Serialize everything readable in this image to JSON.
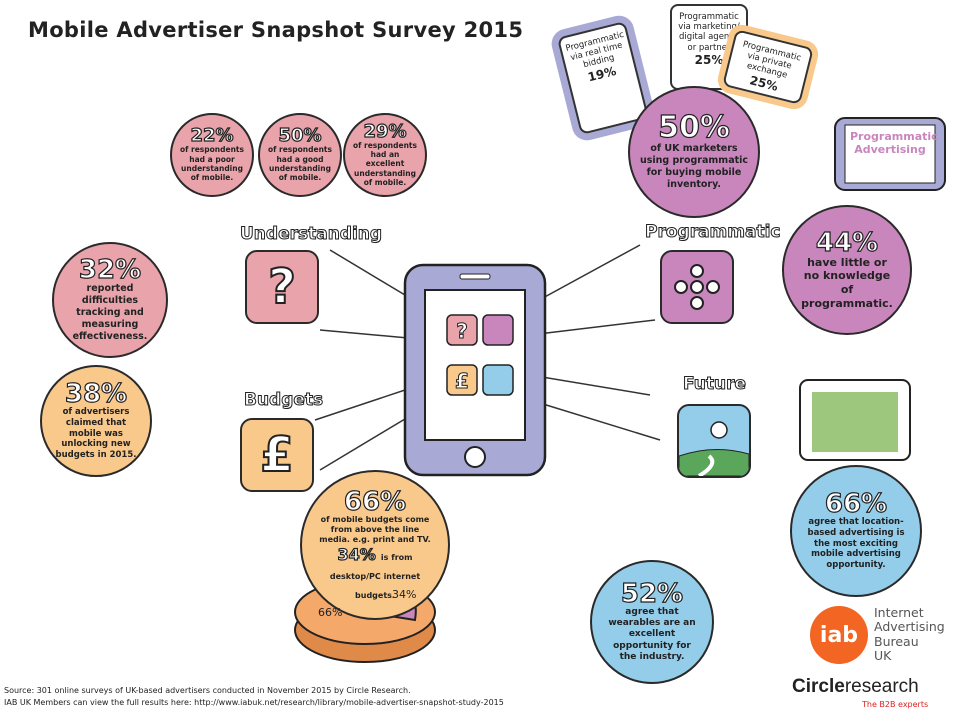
{
  "title": "Mobile Advertiser Snapshot Survey 2015",
  "colors": {
    "pink": "#e9a3aa",
    "peach": "#f9c98c",
    "purple": "#c986bd",
    "blue": "#93cdea",
    "iab_orange": "#f26522"
  },
  "understanding": {
    "label": "Understanding",
    "icon": "question-mark-icon",
    "stats": [
      {
        "pct": "22%",
        "text": "of respondents had a poor understanding of mobile."
      },
      {
        "pct": "50%",
        "text": "of respondents had a good understanding of mobile."
      },
      {
        "pct": "29%",
        "text": "of respondents had an excellent understanding of mobile."
      }
    ],
    "tracking": {
      "pct": "32%",
      "text": "reported difficulties tracking and measuring effectiveness."
    }
  },
  "budgets": {
    "label": "Budgets",
    "icon": "pound-sign-icon",
    "new": {
      "pct": "38%",
      "text": "of advertisers claimed that mobile was unlocking new budgets in 2015."
    },
    "sources": {
      "pct": "66%",
      "text": "of mobile budgets come from above the line media. e.g. print and TV.",
      "pct2": "34%",
      "text2": "is from desktop/PC internet budgets."
    },
    "pie": {
      "values": [
        66,
        34
      ],
      "labels": [
        "66%",
        "34%"
      ]
    }
  },
  "programmatic": {
    "label": "Programmatic",
    "icon": "network-icon",
    "signs": [
      {
        "text": "Programmatic via real time bidding",
        "pct": "19%"
      },
      {
        "text": "Programmatic via marketing/ digital agency or partner",
        "pct": "25%"
      },
      {
        "text": "Programmatic via private exchange",
        "pct": "25%"
      }
    ],
    "using": {
      "pct": "50%",
      "text": "of UK marketers using programmatic for buying mobile inventory."
    },
    "banner": "Programmatic Advertising",
    "knowledge": {
      "pct": "44%",
      "text": "have little or no knowledge of programmatic."
    }
  },
  "future": {
    "label": "Future",
    "icon": "landscape-sun-icon",
    "location": {
      "pct": "66%",
      "text": "agree that location-based advertising is the most exciting mobile advertising opportunity."
    },
    "wearables": {
      "pct": "52%",
      "text": "agree that wearables are an excellent opportunity for the industry."
    }
  },
  "logos": {
    "iab": "iab",
    "iab_name": [
      "Internet",
      "Advertising",
      "Bureau",
      "UK"
    ],
    "circle": "Circle",
    "research": "research",
    "tagline": "The B2B experts"
  },
  "source": [
    "Source: 301 online surveys of UK-based advertisers conducted in November 2015 by Circle Research.",
    "IAB UK Members can view the full results here: http://www.iabuk.net/research/library/mobile-advertiser-snapshot-study-2015"
  ]
}
